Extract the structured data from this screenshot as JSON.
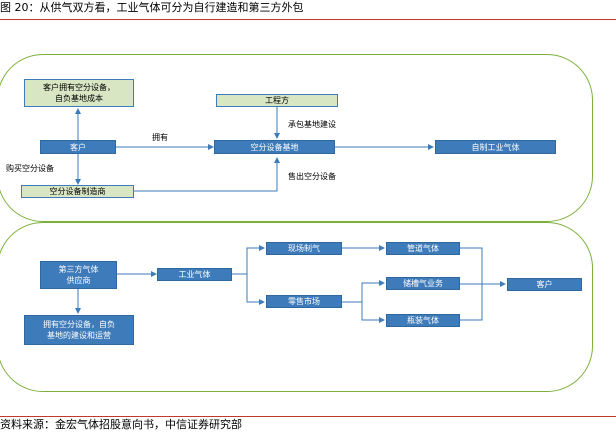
{
  "title": "图 20：从供气双方看，工业气体可分为自行建造和第三方外包",
  "source": "资料来源：金宏气体招股意向书，中信证券研究部",
  "top_panel": {
    "customer_owns": "客户拥有空分设备，\n自负基地成本",
    "engineering": "工程方",
    "customer": "客户",
    "asu_base": "空分设备基地",
    "self_made": "自制工业气体",
    "manufacturer": "空分设备制造商",
    "label_own": "拥有",
    "label_contract": "承包基地建设",
    "label_buy": "购买空分设备",
    "label_sell": "售出空分设备"
  },
  "bottom_panel": {
    "third_party": "第三方气体\n供应商",
    "third_party_owns": "拥有空分设备，自负\n基地的建设和运营",
    "industrial_gas": "工业气体",
    "onsite": "现场制气",
    "retail": "零售市场",
    "pipeline": "管道气体",
    "storage": "储槽气业务",
    "bottled": "瓶装气体",
    "customer": "客户"
  },
  "colors": {
    "box_blue": "#3e7bbb",
    "box_light": "#d9e6c4",
    "panel_border": "#7bb03a",
    "rule": "#c0392b"
  }
}
